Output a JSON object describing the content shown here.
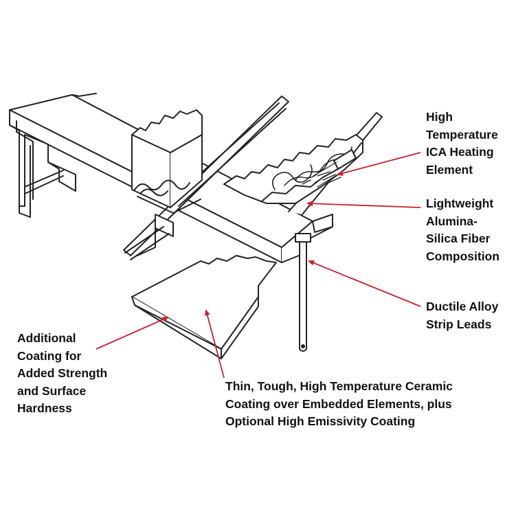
{
  "labels": {
    "heating": [
      "High",
      "Temperature",
      "ICA Heating",
      "Element"
    ],
    "fiber": [
      "Lightweight",
      "Alumina-",
      "Silica Fiber",
      "Composition"
    ],
    "leads": [
      "Ductile Alloy",
      "Strip Leads"
    ],
    "additional": [
      "Additional",
      "Coating for",
      "Added Strength",
      "and Surface",
      "Hardness"
    ],
    "ceramic": [
      "Thin, Tough, High Temperature Ceramic",
      "Coating over Embedded Elements, plus",
      "Optional High Emissivity Coating"
    ]
  },
  "colors": {
    "line": "#222222",
    "arrow": "#cc1f2a",
    "text": "#111111",
    "background": "#ffffff"
  }
}
